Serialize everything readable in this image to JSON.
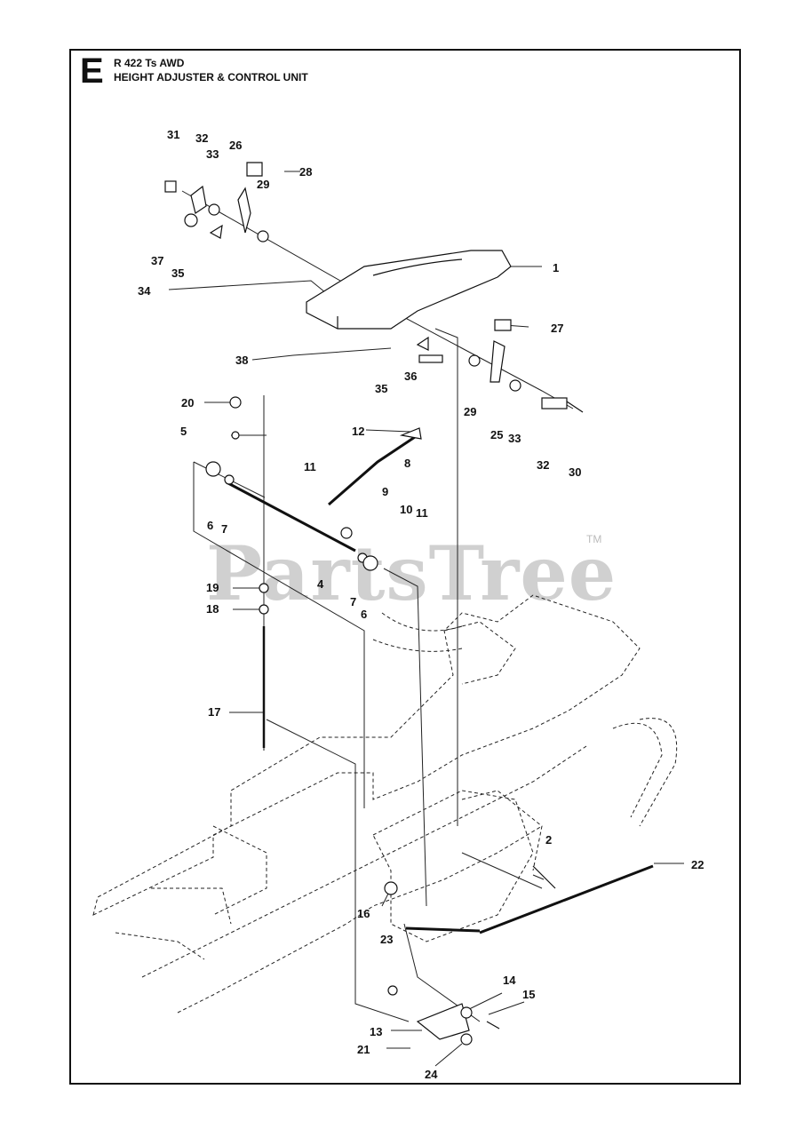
{
  "header": {
    "section_letter": "E",
    "model": "R 422 Ts AWD",
    "subtitle": "HEIGHT ADJUSTER & CONTROL UNIT"
  },
  "watermark": {
    "text": "PartsTree",
    "tm": "TM"
  },
  "callouts": [
    "1",
    "2",
    "4",
    "5",
    "6",
    "6",
    "7",
    "7",
    "8",
    "9",
    "10",
    "11",
    "11",
    "12",
    "13",
    "14",
    "15",
    "16",
    "17",
    "18",
    "19",
    "20",
    "21",
    "22",
    "23",
    "24",
    "25",
    "26",
    "27",
    "28",
    "29",
    "29",
    "30",
    "31",
    "32",
    "32",
    "33",
    "33",
    "34",
    "35",
    "35",
    "36",
    "37",
    "38"
  ]
}
